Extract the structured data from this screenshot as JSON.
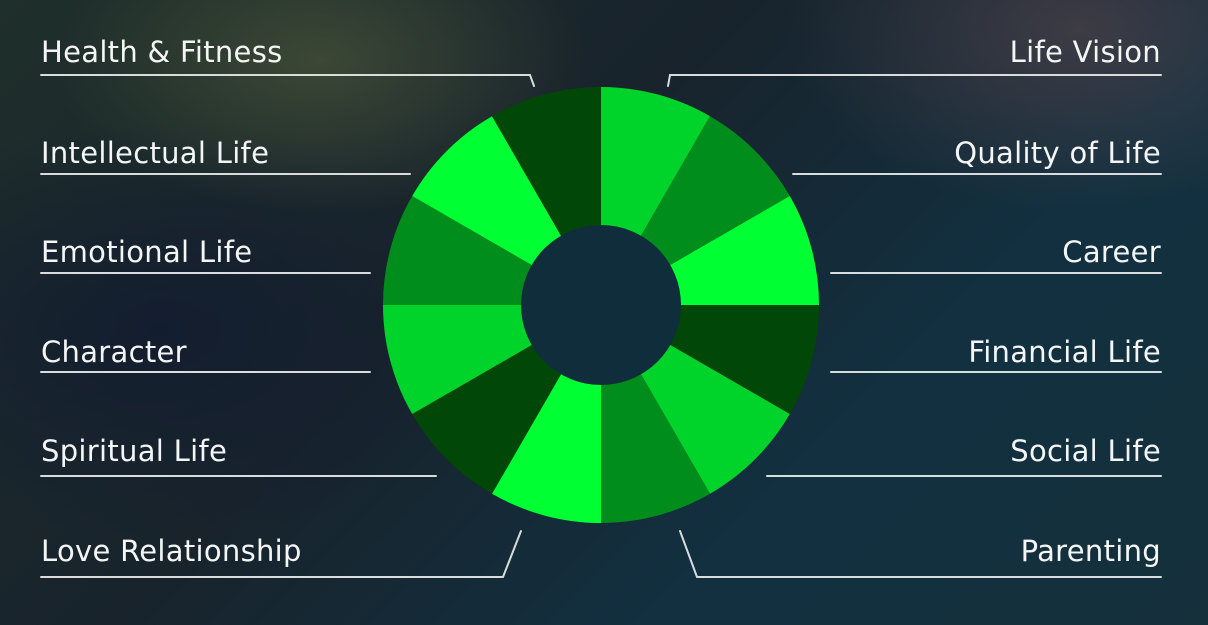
{
  "areas": [
    "Health & Fitness",
    "Life Vision",
    "Intellectual Life",
    "Quality of Life",
    "Emotional Life",
    "Career",
    "Character",
    "Financial Life",
    "Spiritual Life",
    "Social Life",
    "Love Relationship",
    "Parenting"
  ],
  "colors": {
    "bright": "#00ff33",
    "mid": "#00d42a",
    "dark": "#008d1c",
    "darkest": "#014707",
    "hub": "#102d3b",
    "line": "#d8dcdc"
  },
  "segments": [
    {
      "area": "Life Vision",
      "shade": "mid"
    },
    {
      "area": "Quality of Life",
      "shade": "dark"
    },
    {
      "area": "Career",
      "shade": "bright"
    },
    {
      "area": "Financial Life",
      "shade": "darkest"
    },
    {
      "area": "Social Life",
      "shade": "mid"
    },
    {
      "area": "Parenting",
      "shade": "dark"
    },
    {
      "area": "Love Relationship",
      "shade": "bright"
    },
    {
      "area": "Spiritual Life",
      "shade": "darkest"
    },
    {
      "area": "Character",
      "shade": "mid"
    },
    {
      "area": "Emotional Life",
      "shade": "dark"
    },
    {
      "area": "Intellectual Life",
      "shade": "bright"
    },
    {
      "area": "Health & Fitness",
      "shade": "darkest"
    }
  ]
}
